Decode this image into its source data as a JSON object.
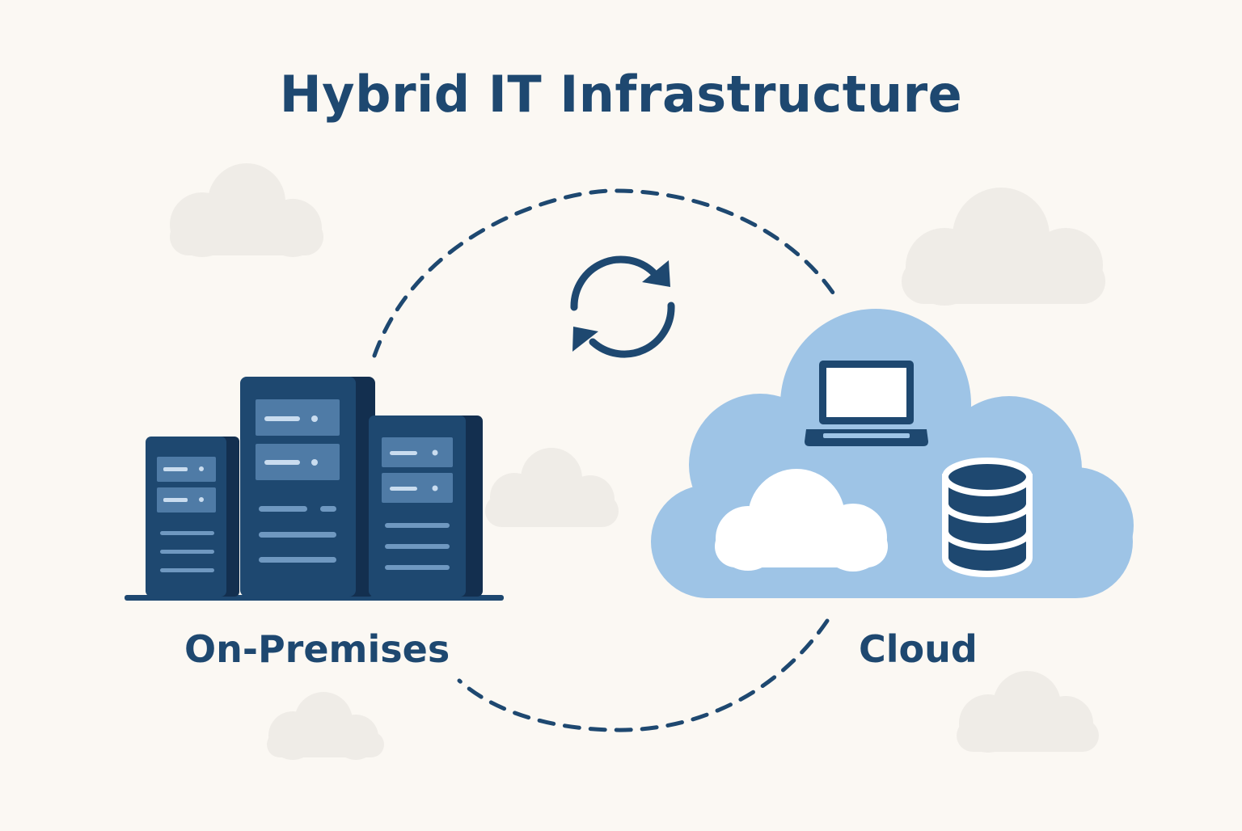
{
  "title": "Hybrid IT Infrastructure",
  "labels": {
    "on_premises": "On-Premises",
    "cloud": "Cloud"
  },
  "icons": {
    "sync": "sync-arrows-icon",
    "servers": "server-rack-icon",
    "cloud": "cloud-icon",
    "laptop": "laptop-icon",
    "database": "database-icon"
  },
  "colors": {
    "background": "#fbf8f3",
    "navy": "#1e4870",
    "navy_dark": "#132f4f",
    "server_slot": "#4f7ba6",
    "server_line": "#6f98c0",
    "cloud_fill": "#9ec4e6",
    "decor_cloud": "#efece7",
    "white": "#ffffff"
  }
}
